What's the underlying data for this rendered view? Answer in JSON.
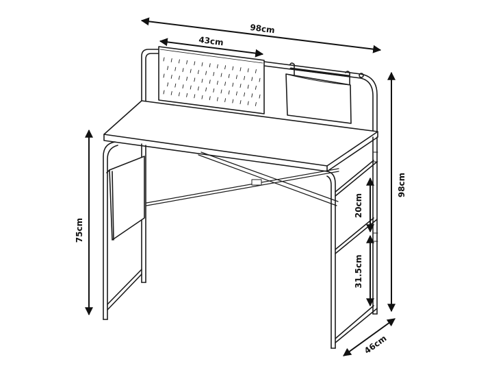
{
  "dimensions": {
    "total_width": "98cm",
    "pegboard_width": "43cm",
    "total_height": "98cm",
    "desk_height": "75cm",
    "shelf_spacing_upper": "20cm",
    "shelf_spacing_lower": "31.5cm",
    "depth": "46cm"
  },
  "colors": {
    "line": "#1a1a1a",
    "arrow": "#111111",
    "fill": "#ffffff"
  }
}
